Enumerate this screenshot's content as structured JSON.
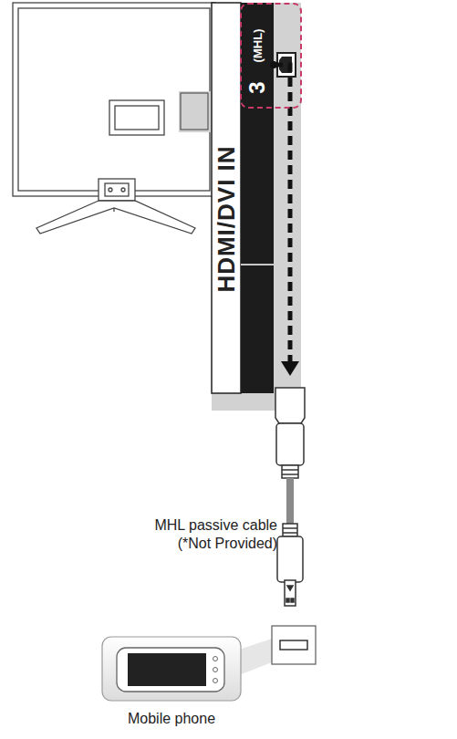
{
  "diagram": {
    "nodes": [
      {
        "text": [
          "3",
          "(MHL)"
        ]
      }
    ],
    "labels": [
      "HDMI/DVI IN",
      "MHL passive cable (*Not Provided)",
      "Mobile phone"
    ]
  }
}
